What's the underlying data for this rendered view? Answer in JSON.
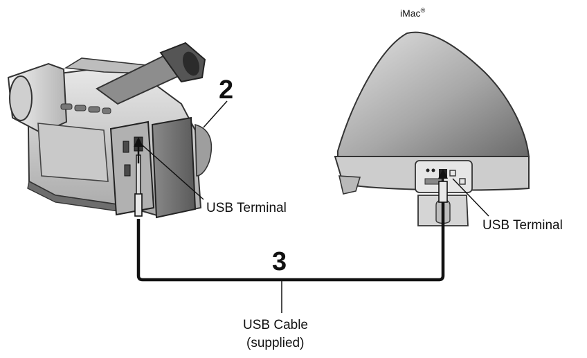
{
  "labels": {
    "computer_name": "iMac",
    "computer_mark": "®",
    "step_connect_camera": "2",
    "step_cable": "3",
    "usb_terminal_camera": "USB Terminal",
    "usb_terminal_computer": "USB Terminal",
    "cable_line1": "USB Cable",
    "cable_line2": "(supplied)"
  },
  "colors": {
    "line": "#111111",
    "device_light": "#d6d6d6",
    "device_mid": "#9c9c9c",
    "device_dark": "#5e5e5e",
    "background": "#ffffff"
  }
}
